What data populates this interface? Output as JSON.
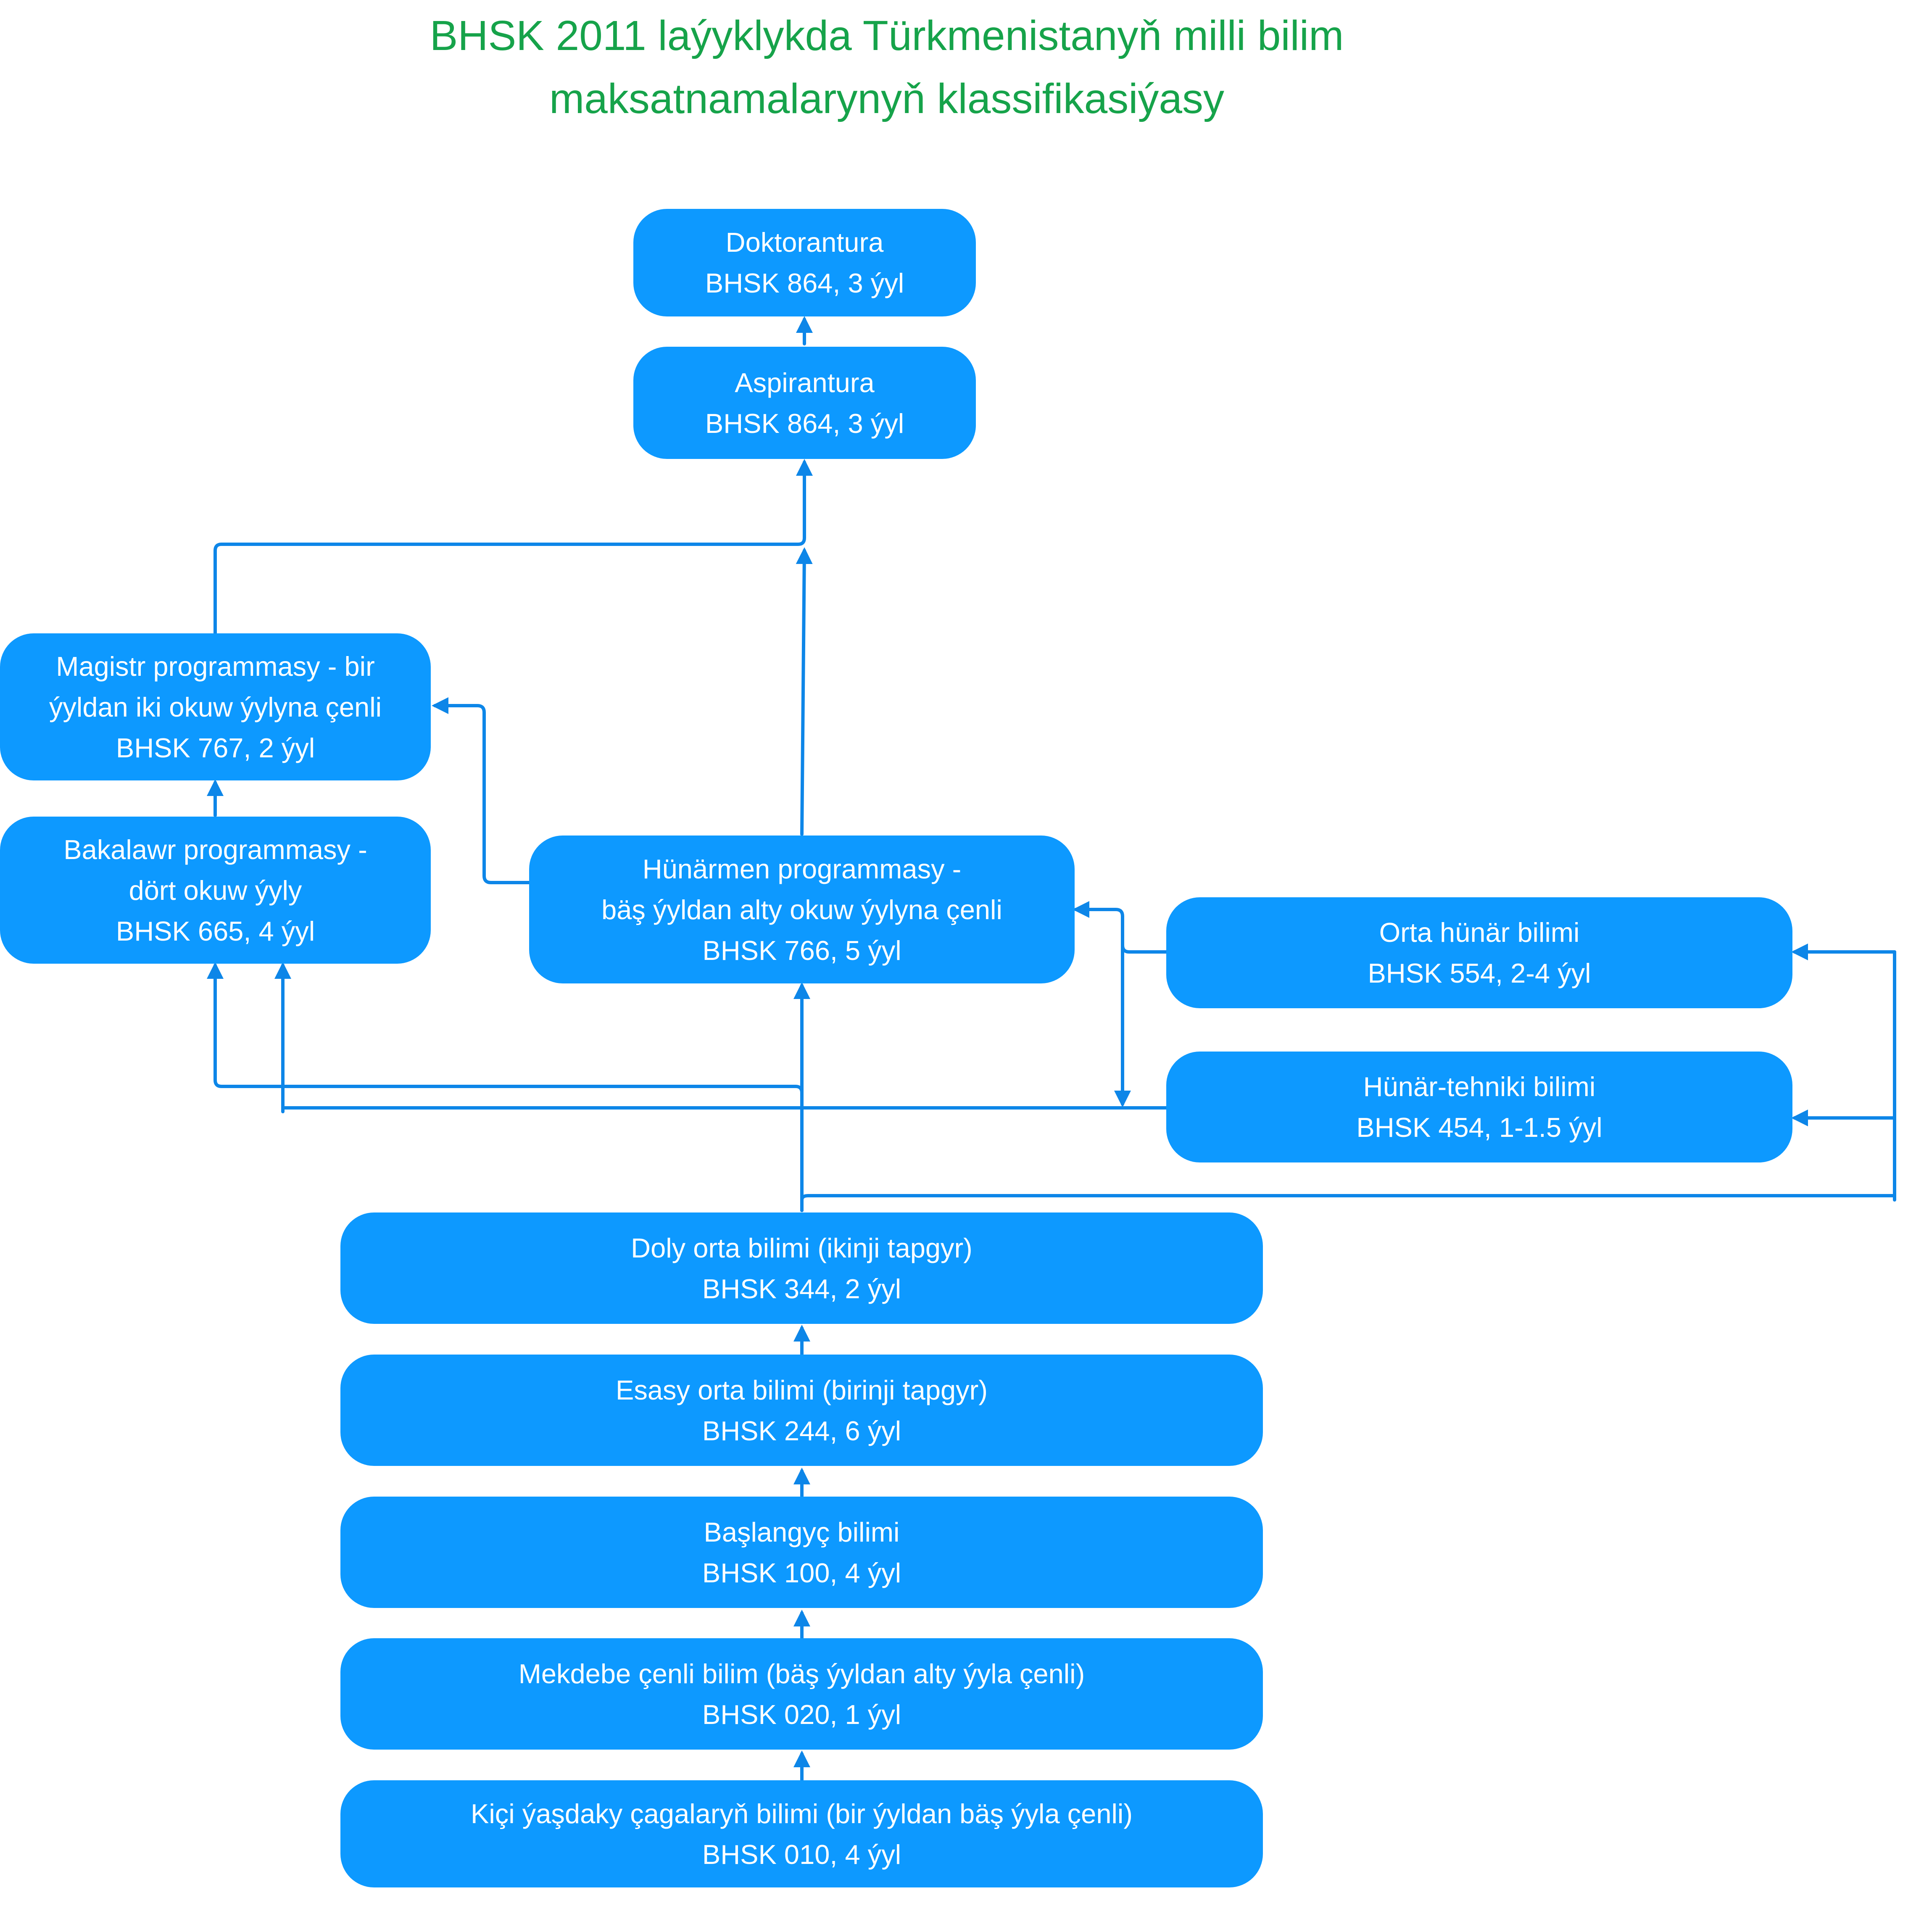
{
  "title": {
    "line1": "BHSK 2011 laýyklykda Türkmenistanyň milli bilim",
    "line2": "maksatnamalarynyň klassifikasiýasy"
  },
  "colors": {
    "node_fill": "#0d99ff",
    "node_text": "#ffffff",
    "connector": "#0d86e8",
    "title": "#16a34a"
  },
  "nodes": {
    "doktorantura": {
      "name": "Doktorantura",
      "code": "BHSK 864, 3 ýyl"
    },
    "aspirantura": {
      "name": "Aspirantura",
      "code": "BHSK 864, 3 ýyl"
    },
    "magistr": {
      "line1": "Magistr programmasy - bir",
      "line2": "ýyldan iki okuw ýylyna çenli",
      "code": "BHSK 767, 2 ýyl"
    },
    "bakalawr": {
      "line1": "Bakalawr programmasy -",
      "line2": "dört okuw ýyly",
      "code": "BHSK 665, 4 ýyl"
    },
    "hunarmen": {
      "line1": "Hünärmen programmasy -",
      "line2": "bäş ýyldan alty okuw ýylyna çenli",
      "code": "BHSK 766, 5 ýyl"
    },
    "orta_hunar": {
      "name": "Orta hünär bilimi",
      "code": "BHSK 554, 2-4 ýyl"
    },
    "hunar_tehniki": {
      "name": "Hünär-tehniki bilimi",
      "code": "BHSK 454, 1-1.5 ýyl"
    },
    "doly_orta": {
      "name": "Doly orta bilimi (ikinji tapgyr)",
      "code": "BHSK 344, 2 ýyl"
    },
    "esasy_orta": {
      "name": "Esasy orta bilimi (birinji tapgyr)",
      "code": "BHSK 244, 6 ýyl"
    },
    "baslangyc": {
      "name": "Başlangyç bilimi",
      "code": "BHSK 100, 4 ýyl"
    },
    "mekdebe": {
      "name": "Mekdebe çenli bilim (bäş ýyldan alty ýyla çenli)",
      "code": "BHSK 020, 1 ýyl"
    },
    "kici": {
      "name": "Kiçi ýaşdaky çagalaryň bilimi (bir ýyldan bäş ýyla çenli)",
      "code": "BHSK 010, 4 ýyl"
    }
  }
}
